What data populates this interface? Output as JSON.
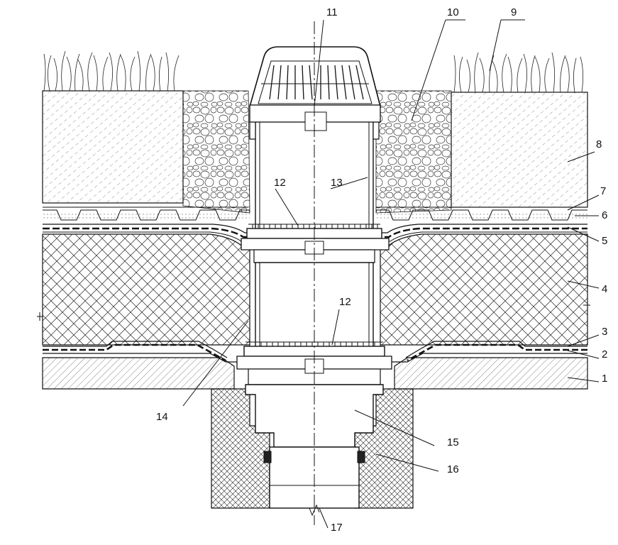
{
  "callouts": [
    {
      "id": "1",
      "text": "1"
    },
    {
      "id": "2",
      "text": "2"
    },
    {
      "id": "3",
      "text": "3"
    },
    {
      "id": "4",
      "text": "4"
    },
    {
      "id": "5",
      "text": "5"
    },
    {
      "id": "6",
      "text": "6"
    },
    {
      "id": "7",
      "text": "7"
    },
    {
      "id": "8",
      "text": "8"
    },
    {
      "id": "9",
      "text": "9"
    },
    {
      "id": "10",
      "text": "10"
    },
    {
      "id": "11",
      "text": "11"
    },
    {
      "id": "12a",
      "text": "12"
    },
    {
      "id": "12b",
      "text": "12"
    },
    {
      "id": "13",
      "text": "13"
    },
    {
      "id": "14",
      "text": "14"
    },
    {
      "id": "15",
      "text": "15"
    },
    {
      "id": "16",
      "text": "16"
    },
    {
      "id": "17",
      "text": "17"
    }
  ],
  "colors": {
    "line": "#111111",
    "background": "#ffffff"
  }
}
